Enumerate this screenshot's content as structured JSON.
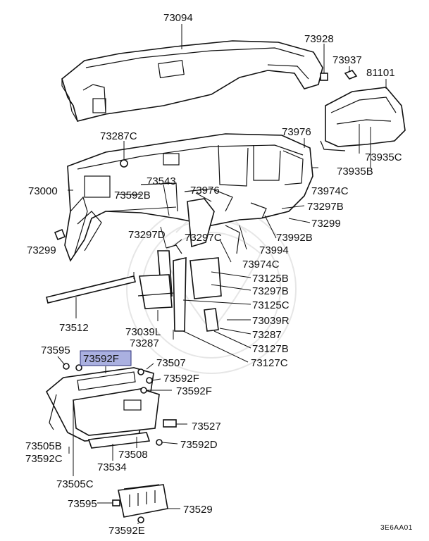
{
  "diagram_code": "3E6AA01",
  "highlight_color": "#aab0e0",
  "labels": {
    "p73094": "73094",
    "p73928": "73928",
    "p73937": "73937",
    "p81101": "81101",
    "p73287c": "73287C",
    "p73976a": "73976",
    "p73935c": "73935C",
    "p73935b": "73935B",
    "p73000": "73000",
    "p73543": "73543",
    "p73592b": "73592B",
    "p73976b": "73976",
    "p73974c_a": "73974C",
    "p73297b_a": "73297B",
    "p73299a": "73299",
    "p73299b": "73299",
    "p73297d": "73297D",
    "p73297c": "73297C",
    "p73992b": "73992B",
    "p73994": "73994",
    "p73974c_b": "73974C",
    "p73125b": "73125B",
    "p73297b_b": "73297B",
    "p73512": "73512",
    "p73125c": "73125C",
    "p73039r": "73039R",
    "p73039l": "73039L",
    "p73287a": "73287",
    "p73287b": "73287",
    "p73127b": "73127B",
    "p73127c": "73127C",
    "p73595a": "73595",
    "p73592f_hl": "73592F",
    "p73507": "73507",
    "p73592f_a": "73592F",
    "p73592f_b": "73592F",
    "p73527": "73527",
    "p73505b": "73505B",
    "p73592c": "73592C",
    "p73508": "73508",
    "p73592d": "73592D",
    "p73534": "73534",
    "p73505c": "73505C",
    "p73595b": "73595",
    "p73529": "73529",
    "p73592e": "73592E"
  }
}
